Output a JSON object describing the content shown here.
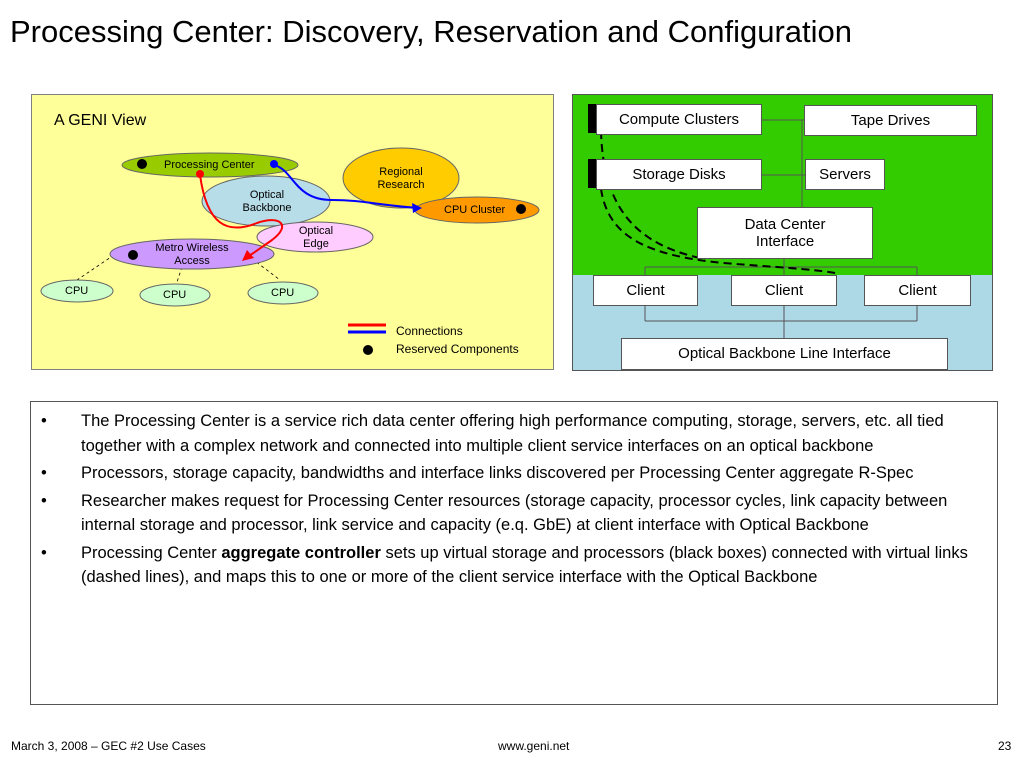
{
  "slide": {
    "title": "Processing Center: Discovery, Reservation and Configuration"
  },
  "geni_view": {
    "title": "A GENI View",
    "processing_center": "Processing Center",
    "regional_research": "Regional Research",
    "optical_backbone": "Optical Backbone",
    "cpu_cluster": "CPU Cluster",
    "optical_edge": "Optical Edge",
    "metro_wireless_access": "Metro Wireless Access",
    "cpu_nodes": [
      "CPU",
      "CPU",
      "CPU"
    ],
    "legend": {
      "connections": "Connections",
      "reserved_components": "Reserved Components"
    },
    "colors": {
      "panel": "#ffff99",
      "processing_center": "#99cc00",
      "regional_research": "#ffcc00",
      "optical_backbone": "#b7dde8",
      "cpu_cluster": "#ff9900",
      "optical_edge": "#ffccff",
      "metro_wireless": "#cc99ff",
      "cpu": "#ccffcc",
      "connection_red": "#ff0000",
      "connection_blue": "#0000ff"
    }
  },
  "data_center": {
    "compute_clusters": "Compute Clusters",
    "tape_drives": "Tape Drives",
    "storage_disks": "Storage Disks",
    "servers": "Servers",
    "data_center_interface": "Data Center Interface",
    "clients": [
      "Client",
      "Client",
      "Client"
    ],
    "optical_backbone_line_interface": "Optical Backbone Line Interface",
    "colors": {
      "upper": "#33cc00",
      "lower": "#add8e6"
    }
  },
  "bullets": {
    "items": [
      {
        "text": "The Processing Center is a service rich data center offering high performance computing, storage, servers, etc. all tied together with a complex network and connected into multiple client service interfaces on an optical backbone"
      },
      {
        "text": "Processors, storage capacity, bandwidths and interface links discovered per Processing Center aggregate R-Spec"
      },
      {
        "text": "Researcher makes request for Processing Center resources (storage capacity, processor cycles, link capacity between internal storage and processor, link service and capacity (e.q. GbE) at client interface with Optical Backbone"
      },
      {
        "before": "Processing Center ",
        "bold": "aggregate controller",
        "after": " sets up virtual storage and processors (black boxes) connected with virtual links (dashed lines), and maps this to one or more of the client service interface with the Optical Backbone"
      }
    ],
    "bullet_char": "•"
  },
  "footer": {
    "left": "March 3, 2008 – GEC #2 Use Cases",
    "center": "www.geni.net",
    "page_number": "23"
  }
}
